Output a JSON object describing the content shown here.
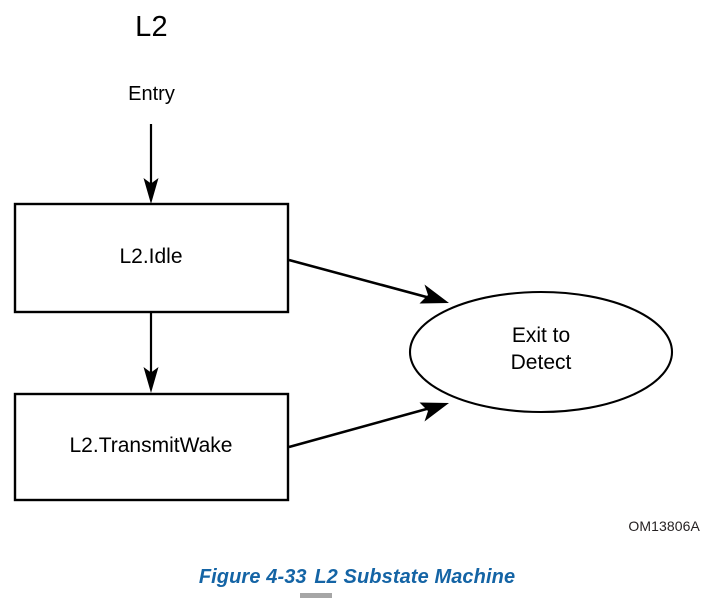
{
  "figure": {
    "title": "L2",
    "entry_label": "Entry",
    "code": "OM13806A",
    "caption_prefix": "Figure",
    "caption_number": "4-33",
    "caption_text": "L2 Substate Machine",
    "caption_color": "#1464a5",
    "stroke_color": "#000000",
    "background": "#ffffff"
  },
  "states": [
    {
      "id": "l2-idle",
      "label": "L2.Idle",
      "shape": "rectangle"
    },
    {
      "id": "l2-transmitwake",
      "label": "L2.TransmitWake",
      "shape": "rectangle"
    }
  ],
  "exit_node": {
    "id": "exit-to-detect",
    "shape": "ellipse",
    "label_line1": "Exit to",
    "label_line2": "Detect",
    "label": "Exit to Detect"
  },
  "transitions": [
    {
      "id": "entry-to-idle",
      "from": "Entry",
      "to": "L2.Idle",
      "label": "Entry"
    },
    {
      "id": "idle-to-transmitwake",
      "from": "L2.Idle",
      "to": "L2.TransmitWake",
      "label": ""
    },
    {
      "id": "idle-to-exit",
      "from": "L2.Idle",
      "to": "Exit to Detect",
      "label": ""
    },
    {
      "id": "transmitwake-to-exit",
      "from": "L2.TransmitWake",
      "to": "Exit to Detect",
      "label": ""
    }
  ]
}
